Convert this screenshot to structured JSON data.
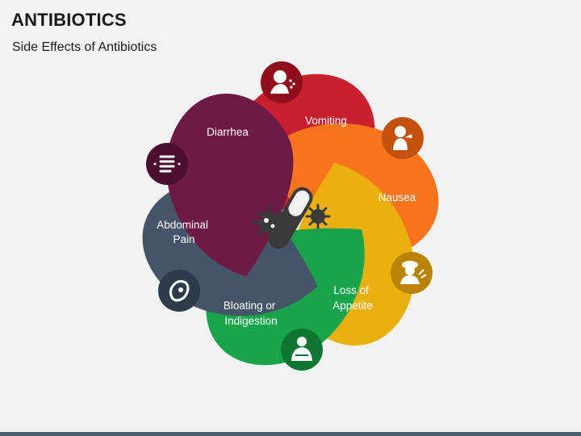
{
  "header": {
    "title": "ANTIBIOTICS",
    "subtitle": "Side Effects of Antibiotics"
  },
  "diagram": {
    "center_icon": "pill-bacteria-icon",
    "segments": [
      {
        "id": "vomiting",
        "lines": [
          "Vomiting"
        ],
        "color": "#c8202f",
        "icon": "vomiting-person-icon"
      },
      {
        "id": "nausea",
        "lines": [
          "Nausea"
        ],
        "color": "#f7731c",
        "icon": "nauseous-person-icon"
      },
      {
        "id": "loss-of-appetite",
        "lines": [
          "Loss of",
          "Appetite"
        ],
        "color": "#eab10e",
        "icon": "person-refusing-food-icon"
      },
      {
        "id": "bloating",
        "lines": [
          "Bloating or",
          "Indigestion"
        ],
        "color": "#19a34a",
        "icon": "person-holding-stomach-icon"
      },
      {
        "id": "abdominal-pain",
        "lines": [
          "Abdominal",
          "Pain"
        ],
        "color": "#445569",
        "icon": "stomach-pain-icon"
      },
      {
        "id": "diarrhea",
        "lines": [
          "Diarrhea"
        ],
        "color": "#6e1a47",
        "icon": "intestines-icon"
      }
    ]
  }
}
